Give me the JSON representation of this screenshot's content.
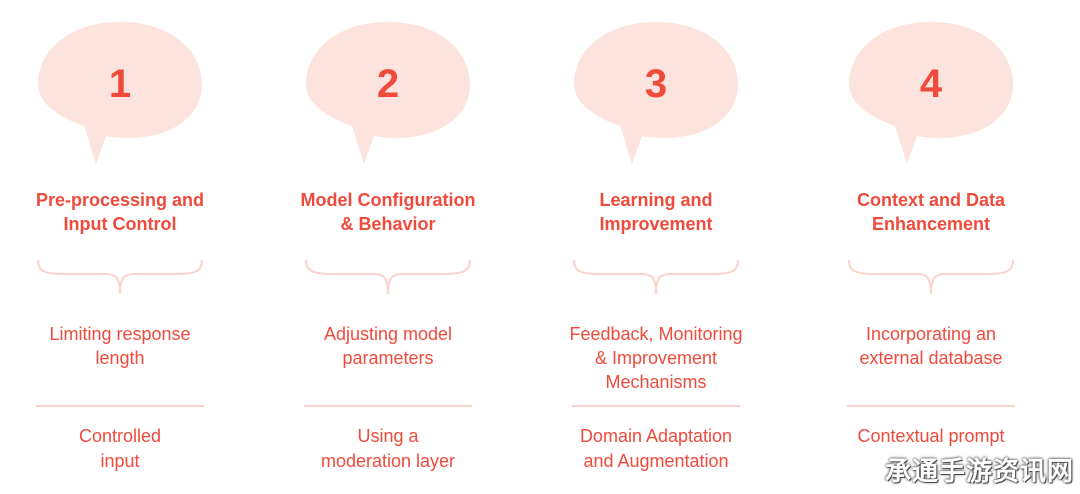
{
  "steps": [
    {
      "number": "1",
      "title": "Pre-processing and\nInput Control",
      "item1": "Limiting response\nlength",
      "item2": "Controlled\ninput"
    },
    {
      "number": "2",
      "title": "Model Configuration\n& Behavior",
      "item1": "Adjusting model\nparameters",
      "item2": "Using a\nmoderation layer"
    },
    {
      "number": "3",
      "title": "Learning and\nImprovement",
      "item1": "Feedback, Monitoring\n& Improvement\nMechanisms",
      "item2": "Domain Adaptation\nand Augmentation"
    },
    {
      "number": "4",
      "title": "Context and Data\nEnhancement",
      "item1": "Incorporating an\nexternal database",
      "item2": "Contextual prompt"
    }
  ],
  "watermark": "承通手游资讯网",
  "colors": {
    "accent": "#ef4a3c",
    "bubble": "#fde3de",
    "divider": "#fbd2cc"
  }
}
